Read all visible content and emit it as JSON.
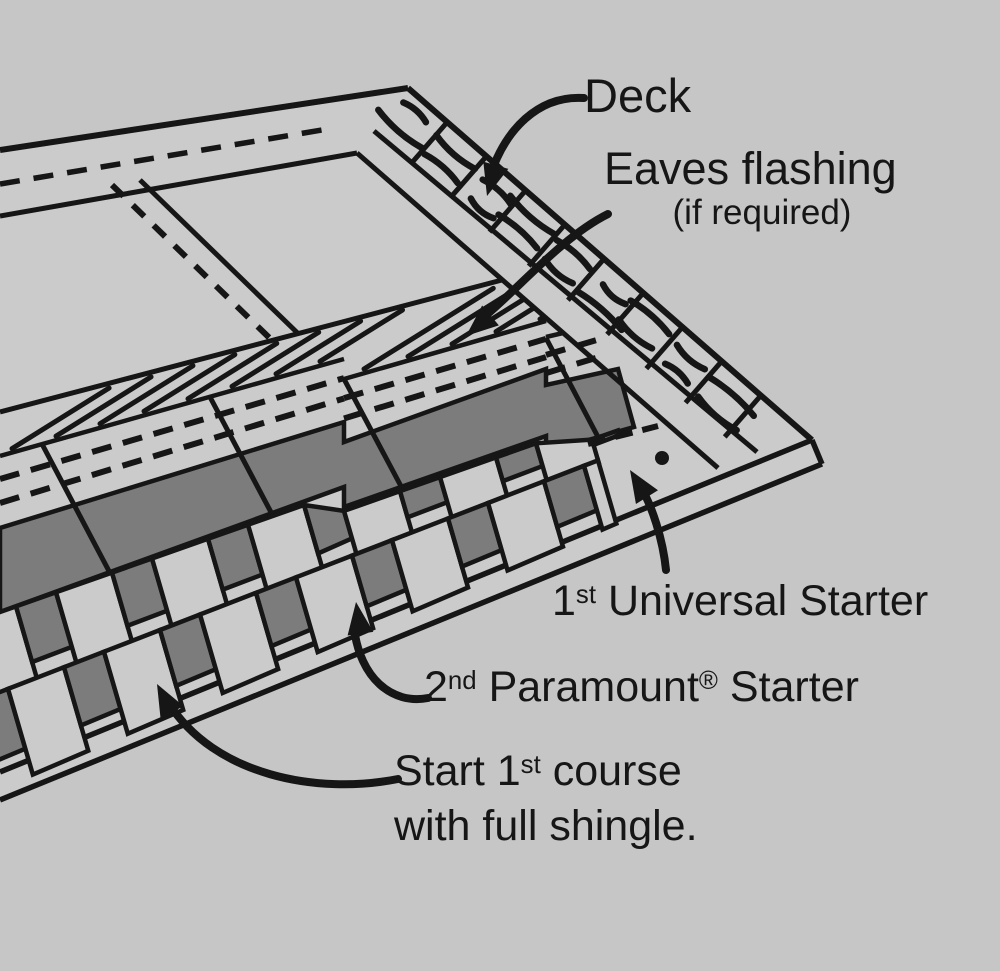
{
  "figure": {
    "background": "#c6c6c6",
    "surface": "#cbcbcb",
    "shadow_gray": "#7c7c7c",
    "ink": "#161616"
  },
  "labels": {
    "deck": "Deck",
    "eaves_line1": "Eaves flashing",
    "eaves_line2": "(if required)",
    "universal": [
      {
        "t": "1"
      },
      {
        "t": "st",
        "sup": true
      },
      {
        "t": " Universal Starter"
      }
    ],
    "paramount": [
      {
        "t": "2"
      },
      {
        "t": "nd",
        "sup": true
      },
      {
        "t": " Paramount"
      },
      {
        "t": "®",
        "sup": true
      },
      {
        "t": " Starter"
      }
    ],
    "start_line1": [
      {
        "t": "Start 1"
      },
      {
        "t": "st",
        "sup": true
      },
      {
        "t": " course"
      }
    ],
    "start_line2": "with full shingle."
  },
  "annotations": {
    "arrows": [
      "deck-arrow",
      "eaves-flashing-arrow",
      "universal-starter-arrow",
      "paramount-starter-arrow",
      "start-course-arrow"
    ],
    "nail_dot": "nail-dot"
  }
}
